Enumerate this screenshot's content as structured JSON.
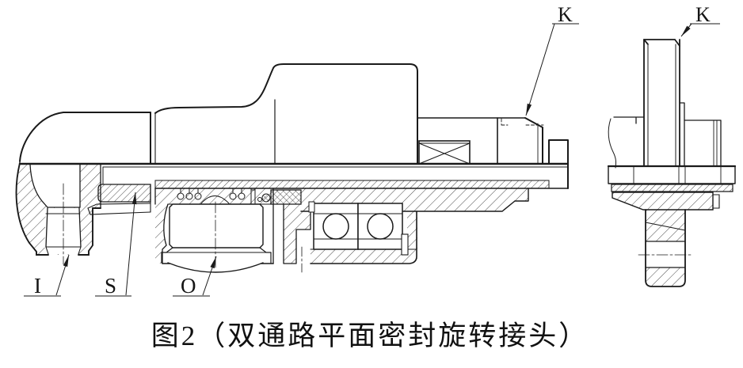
{
  "drawing": {
    "caption": "图2（双通路平面密封旋转接头）",
    "labels": {
      "k_main": "K",
      "k_side": "K",
      "inlet": "I",
      "seal": "S",
      "outlet": "O"
    },
    "colors": {
      "line": "#1a1a1a",
      "background": "#ffffff"
    }
  }
}
